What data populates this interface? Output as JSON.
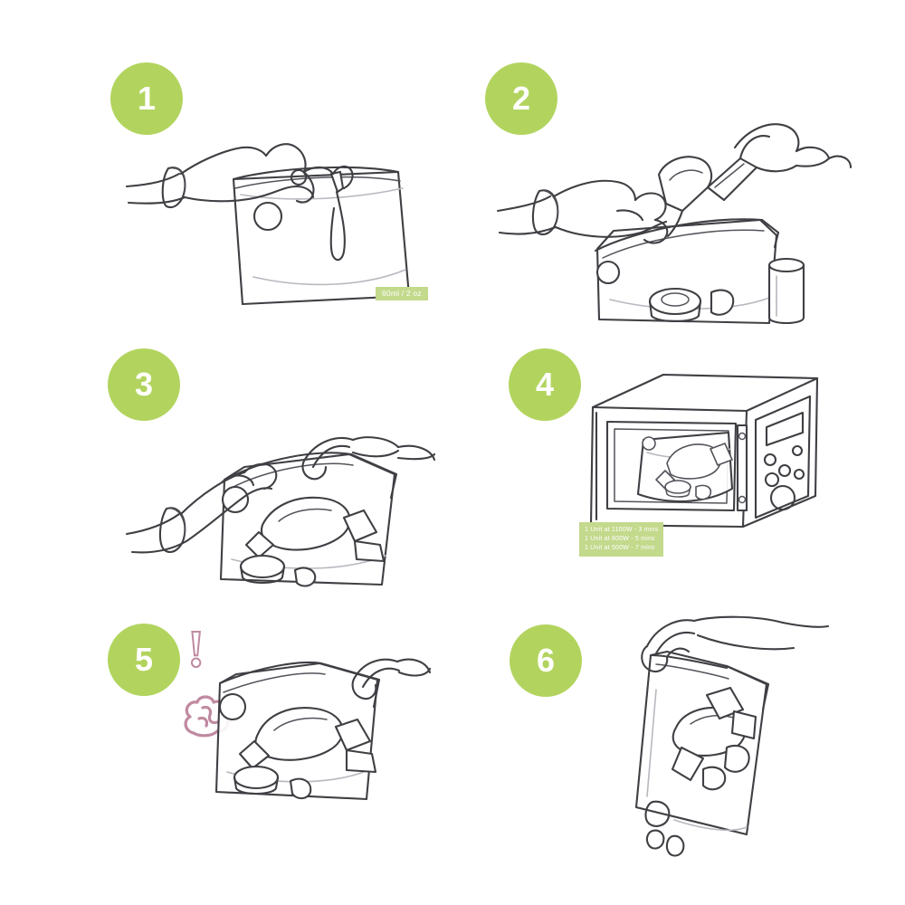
{
  "sheet": {
    "title": "Microwave Steam Sterilizer Bag Instructions",
    "background_color": "#ffffff",
    "accent_green": "#b2d45e",
    "label_green": "#c3d98c",
    "ink_color": "#3f3f44",
    "warning_pink": "#c08aa0"
  },
  "steps": [
    {
      "number": "1",
      "name": "open-bag",
      "icon": "hand-opening-zip-seal-bag",
      "callout": {
        "text": "60ml / 2 oz",
        "type": "volume"
      }
    },
    {
      "number": "2",
      "name": "fill-with-items",
      "icon": "hands-placing-pump-parts-into-bag",
      "callout": null
    },
    {
      "number": "3",
      "name": "seal-bag",
      "icon": "two-hands-sealing-filled-bag",
      "callout": null
    },
    {
      "number": "4",
      "name": "microwave-bag",
      "icon": "microwave-oven-with-bag-inside",
      "callout": {
        "type": "times",
        "lines": [
          "1 Unit at 1100W - 3 mins",
          "1 Unit at 800W - 5 mins",
          "1 Unit at 500W - 7 mins"
        ]
      }
    },
    {
      "number": "5",
      "name": "open-after-heating",
      "icon": "hand-opening-hot-bag",
      "warnings": [
        {
          "name": "exclamation-warning-icon",
          "glyph": "!"
        },
        {
          "name": "hot-steam-warning-icon",
          "glyph": "steam-swirl"
        }
      ],
      "callout": null
    },
    {
      "number": "6",
      "name": "drain-water",
      "icon": "hand-draining-water-from-bag",
      "callout": null
    }
  ]
}
